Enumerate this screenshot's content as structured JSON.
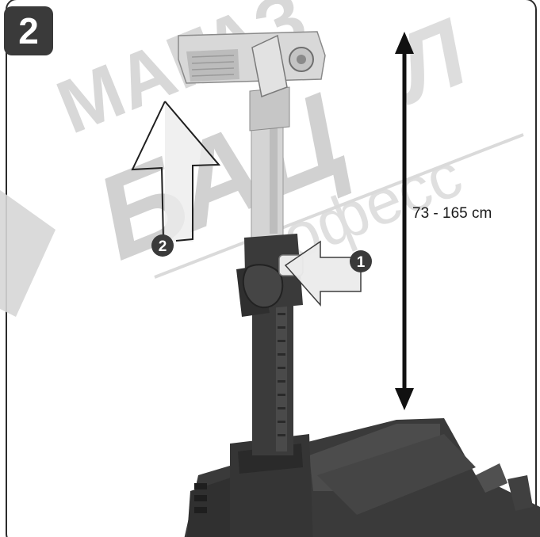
{
  "step": {
    "number": "2"
  },
  "measurement": {
    "label": "73 - 165 cm"
  },
  "callouts": [
    {
      "id": "unlock-knob",
      "number": "1"
    },
    {
      "id": "raise-direction",
      "number": "2"
    }
  ],
  "colors": {
    "badge": "#3a3a3a",
    "stand_dark": "#3c3c3c",
    "stand_light": "#cfcfcf",
    "arrow_fill": "#e6e6e6",
    "watermark": "#d0d0d0"
  }
}
